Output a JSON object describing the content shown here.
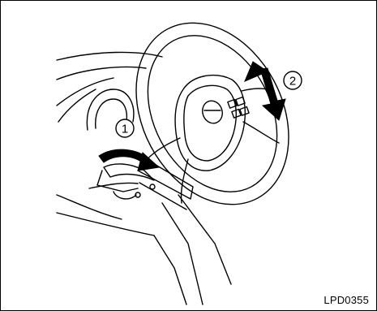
{
  "figure": {
    "code": "LPD0355",
    "callouts": [
      {
        "number": "1"
      },
      {
        "number": "2"
      }
    ]
  }
}
